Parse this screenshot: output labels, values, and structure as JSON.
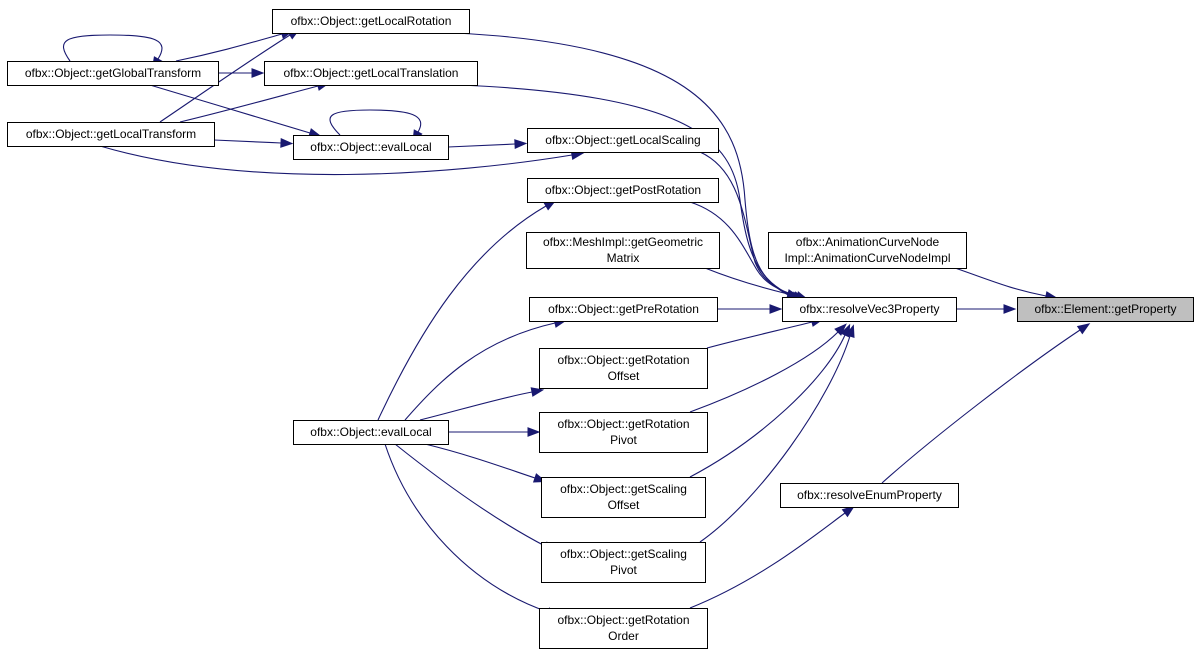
{
  "diagram": {
    "colors": {
      "edge": "#191970",
      "highlight": "#bfbfbf",
      "node_border": "#000000",
      "node_fill": "#ffffff"
    },
    "nodes": [
      {
        "id": "getProperty",
        "lines": [
          "ofbx::Element::getProperty"
        ],
        "highlight": true
      },
      {
        "id": "resolveVec3",
        "lines": [
          "ofbx::resolveVec3Property"
        ]
      },
      {
        "id": "animCurve",
        "lines": [
          "ofbx::AnimationCurveNode",
          "Impl::AnimationCurveNodeImpl"
        ]
      },
      {
        "id": "resolveEnum",
        "lines": [
          "ofbx::resolveEnumProperty"
        ]
      },
      {
        "id": "getLocalRotation",
        "lines": [
          "ofbx::Object::getLocalRotation"
        ]
      },
      {
        "id": "getLocalTranslation",
        "lines": [
          "ofbx::Object::getLocalTranslation"
        ]
      },
      {
        "id": "getLocalScaling",
        "lines": [
          "ofbx::Object::getLocalScaling"
        ]
      },
      {
        "id": "getPostRotation",
        "lines": [
          "ofbx::Object::getPostRotation"
        ]
      },
      {
        "id": "meshGeom",
        "lines": [
          "ofbx::MeshImpl::getGeometric",
          "Matrix"
        ]
      },
      {
        "id": "getPreRotation",
        "lines": [
          "ofbx::Object::getPreRotation"
        ]
      },
      {
        "id": "getRotationOffset",
        "lines": [
          "ofbx::Object::getRotation",
          "Offset"
        ]
      },
      {
        "id": "getRotationPivot",
        "lines": [
          "ofbx::Object::getRotation",
          "Pivot"
        ]
      },
      {
        "id": "getScalingOffset",
        "lines": [
          "ofbx::Object::getScaling",
          "Offset"
        ]
      },
      {
        "id": "getScalingPivot",
        "lines": [
          "ofbx::Object::getScaling",
          "Pivot"
        ]
      },
      {
        "id": "getRotationOrder",
        "lines": [
          "ofbx::Object::getRotation",
          "Order"
        ]
      },
      {
        "id": "getGlobalTransform",
        "lines": [
          "ofbx::Object::getGlobalTransform"
        ]
      },
      {
        "id": "getLocalTransform",
        "lines": [
          "ofbx::Object::getLocalTransform"
        ]
      },
      {
        "id": "evalLocalTop",
        "lines": [
          "ofbx::Object::evalLocal"
        ]
      },
      {
        "id": "evalLocalBottom",
        "lines": [
          "ofbx::Object::evalLocal"
        ]
      }
    ],
    "edges": [
      {
        "from": "resolveVec3",
        "to": "getProperty"
      },
      {
        "from": "animCurve",
        "to": "getProperty"
      },
      {
        "from": "resolveEnum",
        "to": "getProperty"
      },
      {
        "from": "getLocalRotation",
        "to": "resolveVec3"
      },
      {
        "from": "getLocalTranslation",
        "to": "resolveVec3"
      },
      {
        "from": "getLocalScaling",
        "to": "resolveVec3"
      },
      {
        "from": "getPostRotation",
        "to": "resolveVec3"
      },
      {
        "from": "meshGeom",
        "to": "resolveVec3"
      },
      {
        "from": "getPreRotation",
        "to": "resolveVec3"
      },
      {
        "from": "getRotationOffset",
        "to": "resolveVec3"
      },
      {
        "from": "getRotationPivot",
        "to": "resolveVec3"
      },
      {
        "from": "getScalingOffset",
        "to": "resolveVec3"
      },
      {
        "from": "getScalingPivot",
        "to": "resolveVec3"
      },
      {
        "from": "getRotationOrder",
        "to": "resolveEnum"
      },
      {
        "from": "getGlobalTransform",
        "to": "getLocalRotation"
      },
      {
        "from": "getGlobalTransform",
        "to": "getLocalTranslation"
      },
      {
        "from": "getGlobalTransform",
        "to": "getGlobalTransform"
      },
      {
        "from": "getGlobalTransform",
        "to": "evalLocalTop"
      },
      {
        "from": "getLocalTransform",
        "to": "getLocalRotation"
      },
      {
        "from": "getLocalTransform",
        "to": "getLocalTranslation"
      },
      {
        "from": "getLocalTransform",
        "to": "evalLocalTop"
      },
      {
        "from": "getLocalTransform",
        "to": "getLocalScaling"
      },
      {
        "from": "evalLocalTop",
        "to": "getLocalScaling"
      },
      {
        "from": "evalLocalTop",
        "to": "evalLocalTop"
      },
      {
        "from": "evalLocalBottom",
        "to": "getPostRotation"
      },
      {
        "from": "evalLocalBottom",
        "to": "getPreRotation"
      },
      {
        "from": "evalLocalBottom",
        "to": "getRotationOffset"
      },
      {
        "from": "evalLocalBottom",
        "to": "getRotationPivot"
      },
      {
        "from": "evalLocalBottom",
        "to": "getScalingOffset"
      },
      {
        "from": "evalLocalBottom",
        "to": "getScalingPivot"
      },
      {
        "from": "evalLocalBottom",
        "to": "getRotationOrder"
      }
    ]
  }
}
